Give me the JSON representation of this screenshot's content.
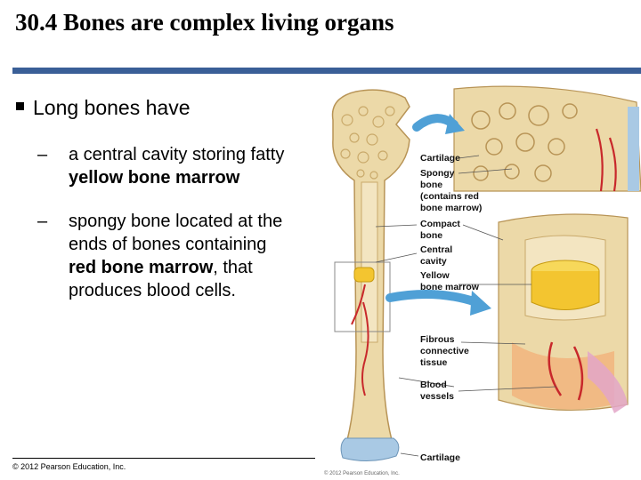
{
  "slide": {
    "title": "30.4 Bones are complex living organs",
    "bullet": "Long bones have",
    "sub_dash": "–",
    "sub1_line1": "a central cavity storing fatty",
    "sub1_line2": "yellow bone marrow",
    "sub2_line1": "spongy bone located at the",
    "sub2_line2": "ends of bones containing",
    "sub2_line3_bold": "red bone marrow",
    "sub2_line3_rest": ", that",
    "sub2_line4": "produces blood cells.",
    "copyright": "© 2012 Pearson Education, Inc.",
    "figure_copyright": "© 2012 Pearson Education, Inc."
  },
  "figure": {
    "labels": {
      "cartilage_top": "Cartilage",
      "spongy1": "Spongy",
      "spongy2": "bone",
      "spongy3": "(contains red",
      "spongy4": "bone marrow)",
      "compact1": "Compact",
      "compact2": "bone",
      "central1": "Central",
      "central2": "cavity",
      "yellow1": "Yellow",
      "yellow2": "bone marrow",
      "fibrous1": "Fibrous",
      "fibrous2": "connective",
      "fibrous3": "tissue",
      "blood1": "Blood",
      "blood2": "vessels",
      "cartilage_bottom": "Cartilage"
    },
    "colors": {
      "bone": "#ecd9a8",
      "bone_dark": "#c9a96a",
      "vessel": "#c8282b",
      "marrow_yellow": "#f3c530",
      "cartilage": "#a9c9e4",
      "arrow": "#4fa0d6",
      "fibrous": "#e3a6c8"
    }
  }
}
